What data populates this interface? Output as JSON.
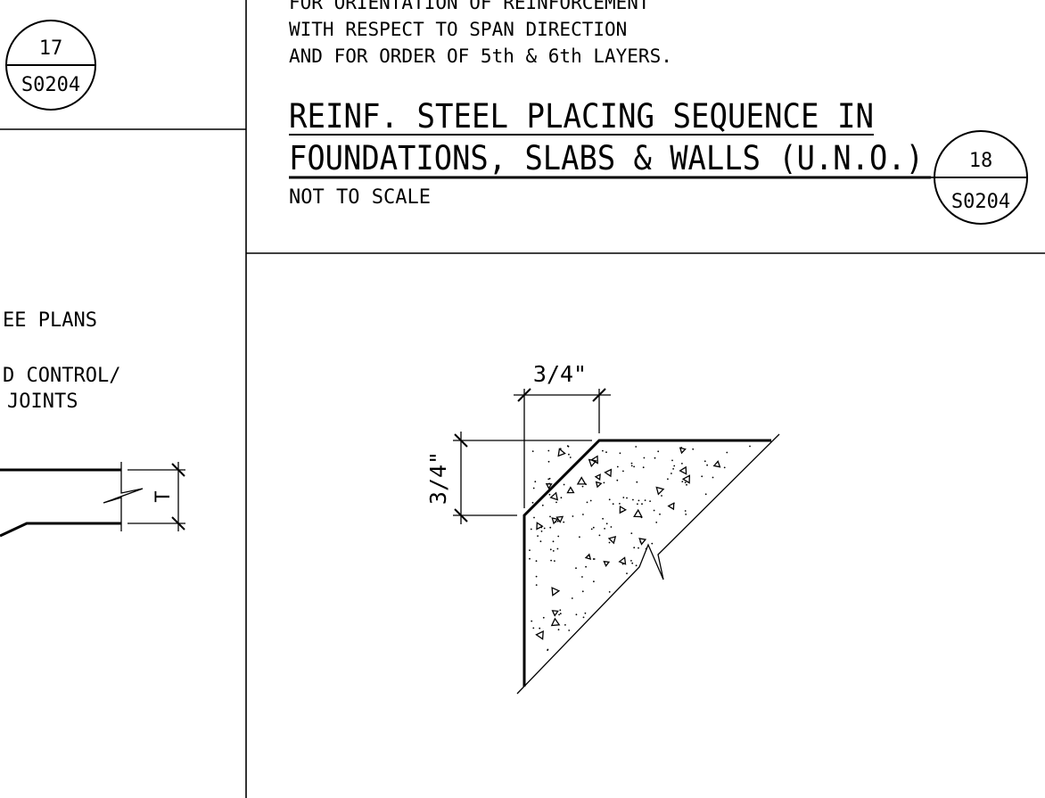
{
  "detail_17": {
    "number": "17",
    "sheet": "S0204"
  },
  "detail_18": {
    "notes": [
      "FOR ORIENTATION OF REINFORCEMENT",
      "WITH RESPECT TO SPAN DIRECTION",
      "AND FOR ORDER OF 5th & 6th LAYERS."
    ],
    "title_line_1": "REINF. STEEL PLACING SEQUENCE IN",
    "title_line_2": "FOUNDATIONS, SLABS & WALLS (U.N.O.)",
    "scale": "NOT TO SCALE",
    "number": "18",
    "sheet": "S0204"
  },
  "left_detail": {
    "note_1": "EE PLANS",
    "note_2a": "D CONTROL/",
    "note_2b": "JOINTS",
    "thickness_label": "T"
  },
  "chamfer_detail": {
    "horizontal_dim": "3/4\"",
    "vertical_dim": "3/4\""
  }
}
